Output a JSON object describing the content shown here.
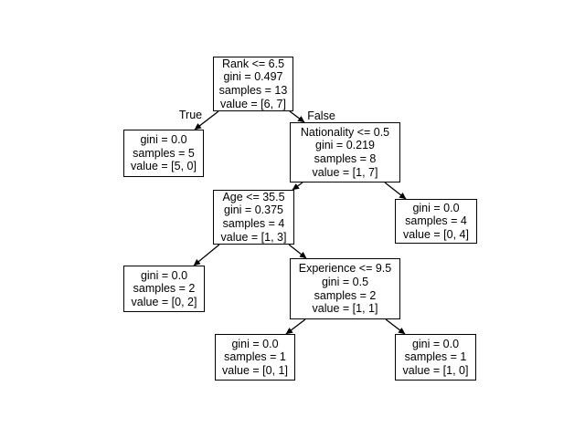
{
  "figure": {
    "background_color": "#ffffff",
    "node_border_color": "#000000",
    "edge_color": "#000000",
    "text_color": "#000000"
  },
  "tree": {
    "type": "decision-tree",
    "edge_labels": {
      "left": "True",
      "right": "False"
    },
    "nodes": [
      {
        "id": "root",
        "kind": "split",
        "lines": [
          "Rank <= 6.5",
          "gini = 0.497",
          "samples = 13",
          "value = [6, 7]"
        ]
      },
      {
        "id": "leaf-true",
        "kind": "leaf",
        "lines": [
          "gini = 0.0",
          "samples = 5",
          "value = [5, 0]"
        ]
      },
      {
        "id": "nationality",
        "kind": "split",
        "lines": [
          "Nationality <= 0.5",
          "gini = 0.219",
          "samples = 8",
          "value = [1, 7]"
        ]
      },
      {
        "id": "age",
        "kind": "split",
        "lines": [
          "Age <= 35.5",
          "gini = 0.375",
          "samples = 4",
          "value = [1, 3]"
        ]
      },
      {
        "id": "leaf-0-4",
        "kind": "leaf",
        "lines": [
          "gini = 0.0",
          "samples = 4",
          "value = [0, 4]"
        ]
      },
      {
        "id": "leaf-0-2",
        "kind": "leaf",
        "lines": [
          "gini = 0.0",
          "samples = 2",
          "value = [0, 2]"
        ]
      },
      {
        "id": "experience",
        "kind": "split",
        "lines": [
          "Experience <= 9.5",
          "gini = 0.5",
          "samples = 2",
          "value = [1, 1]"
        ]
      },
      {
        "id": "leaf-0-1",
        "kind": "leaf",
        "lines": [
          "gini = 0.0",
          "samples = 1",
          "value = [0, 1]"
        ]
      },
      {
        "id": "leaf-1-0",
        "kind": "leaf",
        "lines": [
          "gini = 0.0",
          "samples = 1",
          "value = [1, 0]"
        ]
      }
    ],
    "edges": [
      {
        "from": "root",
        "to": "leaf-true",
        "label": "True"
      },
      {
        "from": "root",
        "to": "nationality",
        "label": "False"
      },
      {
        "from": "nationality",
        "to": "age",
        "label": ""
      },
      {
        "from": "nationality",
        "to": "leaf-0-4",
        "label": ""
      },
      {
        "from": "age",
        "to": "leaf-0-2",
        "label": ""
      },
      {
        "from": "age",
        "to": "experience",
        "label": ""
      },
      {
        "from": "experience",
        "to": "leaf-0-1",
        "label": ""
      },
      {
        "from": "experience",
        "to": "leaf-1-0",
        "label": ""
      }
    ]
  }
}
